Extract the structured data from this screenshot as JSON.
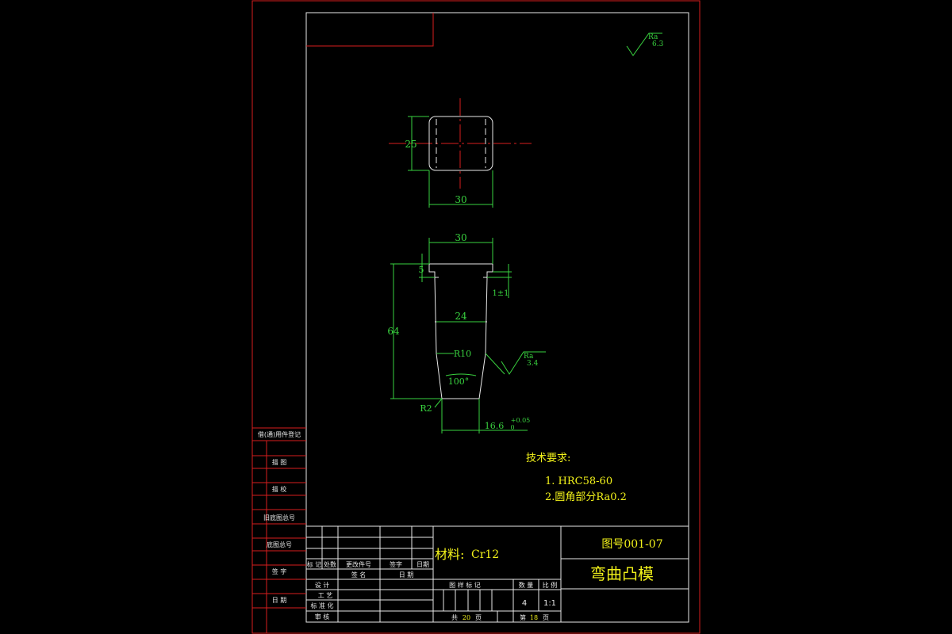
{
  "drawing": {
    "roughness_general": {
      "symbol": "Ra",
      "value": "6.3"
    },
    "roughness_local": {
      "symbol": "Ra",
      "value": "3.4"
    },
    "dimensions": {
      "top_height": "25",
      "top_width": "30",
      "head_width": "30",
      "head_height": "5",
      "total_height": "64",
      "body_width": "24",
      "step": "1±1",
      "fillet_radius": "R10",
      "angle": "100°",
      "tip_radius": "R2",
      "tip_width": "16.6",
      "tip_tol_upper": "+0.05",
      "tip_tol_lower": "0"
    },
    "tech_requirements": {
      "heading": "技术要求:",
      "items": [
        "1. HRC58-60",
        "2.圆角部分Ra0.2"
      ]
    }
  },
  "side_table": {
    "rows": [
      "借(通)用件登记",
      "描 图",
      "描 校",
      "旧底图总号",
      "底图总号",
      "签 字",
      "日 期"
    ]
  },
  "title_block": {
    "material_label": "材料:",
    "material_value": "Cr12",
    "drawing_no": "图号001-07",
    "part_name": "弯曲凸模",
    "rev_headers": [
      "标 记",
      "处数",
      "更改件号",
      "签字",
      "日期"
    ],
    "sign_headers": [
      "签 名",
      "日 期"
    ],
    "roles": [
      "设 计",
      "工 艺",
      "标 准 化",
      "审 核"
    ],
    "mark_headers": [
      "图 样 标 记",
      "数 量",
      "比 例"
    ],
    "quantity": "4",
    "scale": "1:1",
    "total_pages": {
      "prefix": "共",
      "value": "20",
      "suffix": "页"
    },
    "page_no": {
      "prefix": "第",
      "value": "18",
      "suffix": "页"
    }
  }
}
